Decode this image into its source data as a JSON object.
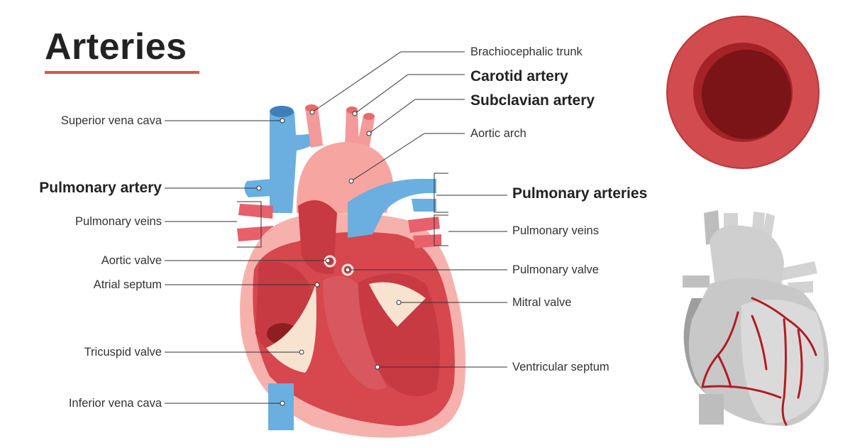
{
  "title": "Arteries",
  "labels": {
    "superior_vena_cava": "Superior vena cava",
    "pulmonary_artery": "Pulmonary artery",
    "pulmonary_veins_left": "Pulmonary veins",
    "aortic_valve": "Aortic valve",
    "atrial_septum": "Atrial septum",
    "tricuspid_valve": "Tricuspid valve",
    "inferior_vena_cava": "Inferior vena cava",
    "brachiocephalic_trunk": "Brachiocephalic trunk",
    "carotid_artery": "Carotid artery",
    "subclavian_artery": "Subclavian artery",
    "aortic_arch": "Aortic arch",
    "pulmonary_arteries": "Pulmonary arteries",
    "pulmonary_veins_right": "Pulmonary veins",
    "pulmonary_valve": "Pulmonary valve",
    "mitral_valve": "Mitral valve",
    "ventricular_septum": "Ventricular septum"
  },
  "colors": {
    "artery_red": "#e8606a",
    "vein_blue": "#6aafe0",
    "muscle": "#d6474e",
    "heart_light": "#f6b1ac",
    "accent_underline": "#d9534f",
    "vessel_wall": "#d24b4e",
    "vessel_lumen": "#7a1416",
    "grey_heart": "#c8c8c8",
    "coronary": "#b11d22"
  }
}
